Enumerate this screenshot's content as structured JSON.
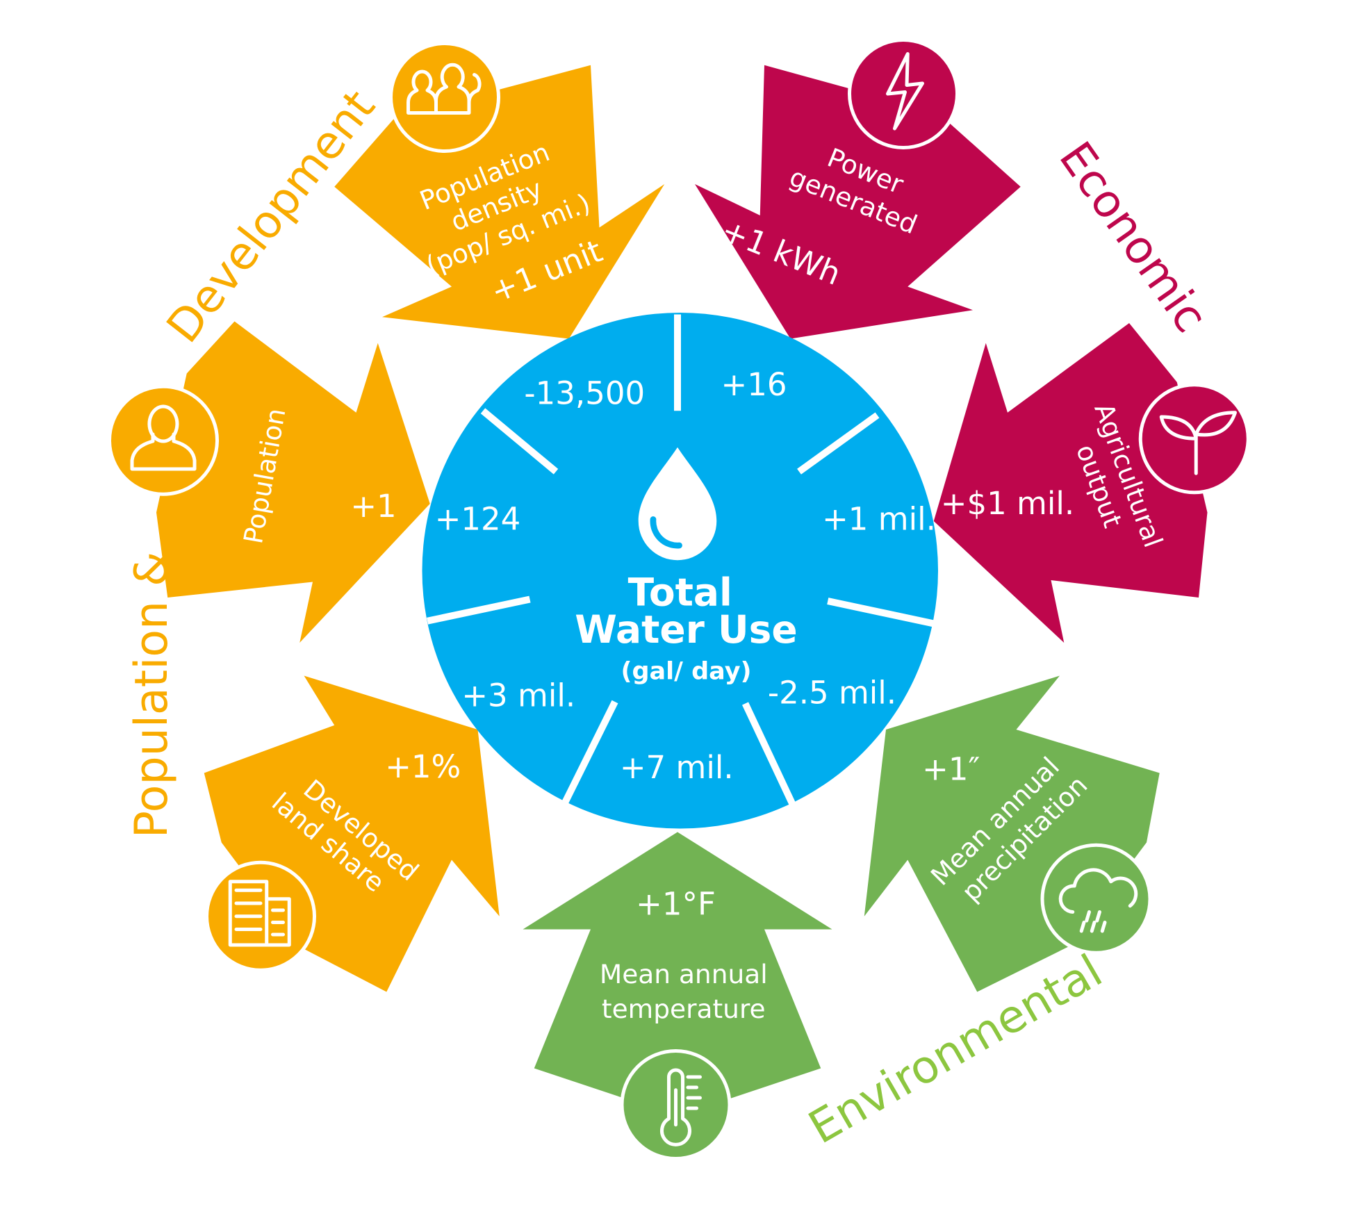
{
  "colors": {
    "orange": "#F9AB00",
    "crimson": "#BE064C",
    "green": "#72B353",
    "green_label": "#8CC63F",
    "blue": "#00ADEE"
  },
  "center": {
    "title_line1": "Total",
    "title_line2": "Water Use",
    "unit": "(gal/ day)",
    "icon": "water-drop-icon"
  },
  "categories": {
    "development_1": "Population &",
    "development_2": "Development",
    "economic": "Economic",
    "environmental": "Environmental"
  },
  "drivers": [
    {
      "label_lines": [
        "Population",
        "density",
        "(pop/ sq. mi.)"
      ],
      "change": "+1 unit",
      "effect": "-13,500",
      "icon": "people-group-icon"
    },
    {
      "label_lines": [
        "Power",
        "generated"
      ],
      "change": "+1 kWh",
      "effect": "+16",
      "icon": "lightning-icon"
    },
    {
      "label_lines": [
        "Agricultural",
        "output"
      ],
      "change": "+$1 mil.",
      "effect": "+1 mil.",
      "icon": "plant-icon"
    },
    {
      "label_lines": [
        "Mean annual",
        "precipitation"
      ],
      "change": "+1″",
      "effect": "-2.5 mil.",
      "icon": "rain-cloud-icon"
    },
    {
      "label_lines": [
        "Mean annual",
        "temperature"
      ],
      "change": "+1°F",
      "effect": "+7 mil.",
      "icon": "thermometer-icon"
    },
    {
      "label_lines": [
        "Developed",
        "land share"
      ],
      "change": "+1%",
      "effect": "+3 mil.",
      "icon": "buildings-icon"
    },
    {
      "label_lines": [
        "Population"
      ],
      "change": "+1",
      "effect": "+124",
      "icon": "person-icon"
    }
  ]
}
